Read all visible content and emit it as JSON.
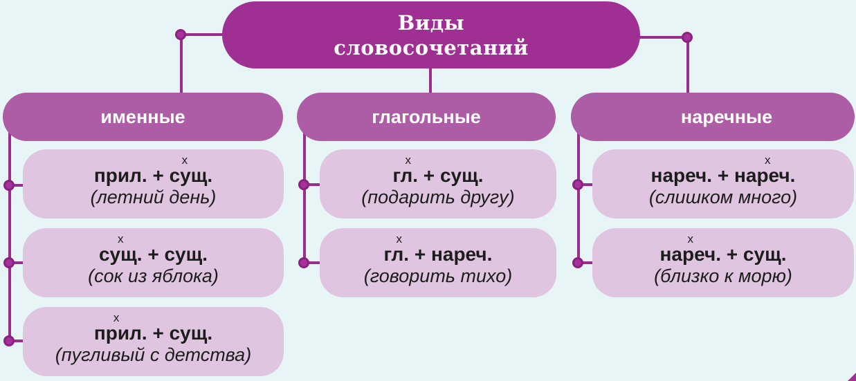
{
  "title": {
    "line1": "Виды",
    "line2": "словосочетаний"
  },
  "colors": {
    "background": "#e8f5f7",
    "root": "#a02f93",
    "category": "#ad5da6",
    "card": "#dfc5df",
    "connector": "#9b2d8f"
  },
  "categories": [
    {
      "label": "именные",
      "items": [
        {
          "formula_left": "прил.",
          "plus": "+",
          "formula_right": "сущ.",
          "mark": "х",
          "example": "(летний день)"
        },
        {
          "formula_left": "сущ.",
          "plus": "+",
          "formula_right": "сущ.",
          "mark": "х",
          "example": "(сок из яблока)"
        },
        {
          "formula_left": "прил.",
          "plus": "+",
          "formula_right": "сущ.",
          "mark": "х",
          "example": "(пугливый с детства)"
        }
      ]
    },
    {
      "label": "глагольные",
      "items": [
        {
          "formula_left": "гл.",
          "plus": "+",
          "formula_right": "сущ.",
          "mark": "х",
          "example": "(подарить другу)"
        },
        {
          "formula_left": "гл.",
          "plus": "+",
          "formula_right": "нареч.",
          "mark": "х",
          "example": "(говорить тихо)"
        }
      ]
    },
    {
      "label": "наречные",
      "items": [
        {
          "formula_left": "нареч.",
          "plus": "+",
          "formula_right": "нареч.",
          "mark": "х",
          "example": "(слишком много)"
        },
        {
          "formula_left": "нареч.",
          "plus": "+",
          "formula_right": "сущ.",
          "mark": "х",
          "example": "(близко к морю)"
        }
      ]
    }
  ]
}
